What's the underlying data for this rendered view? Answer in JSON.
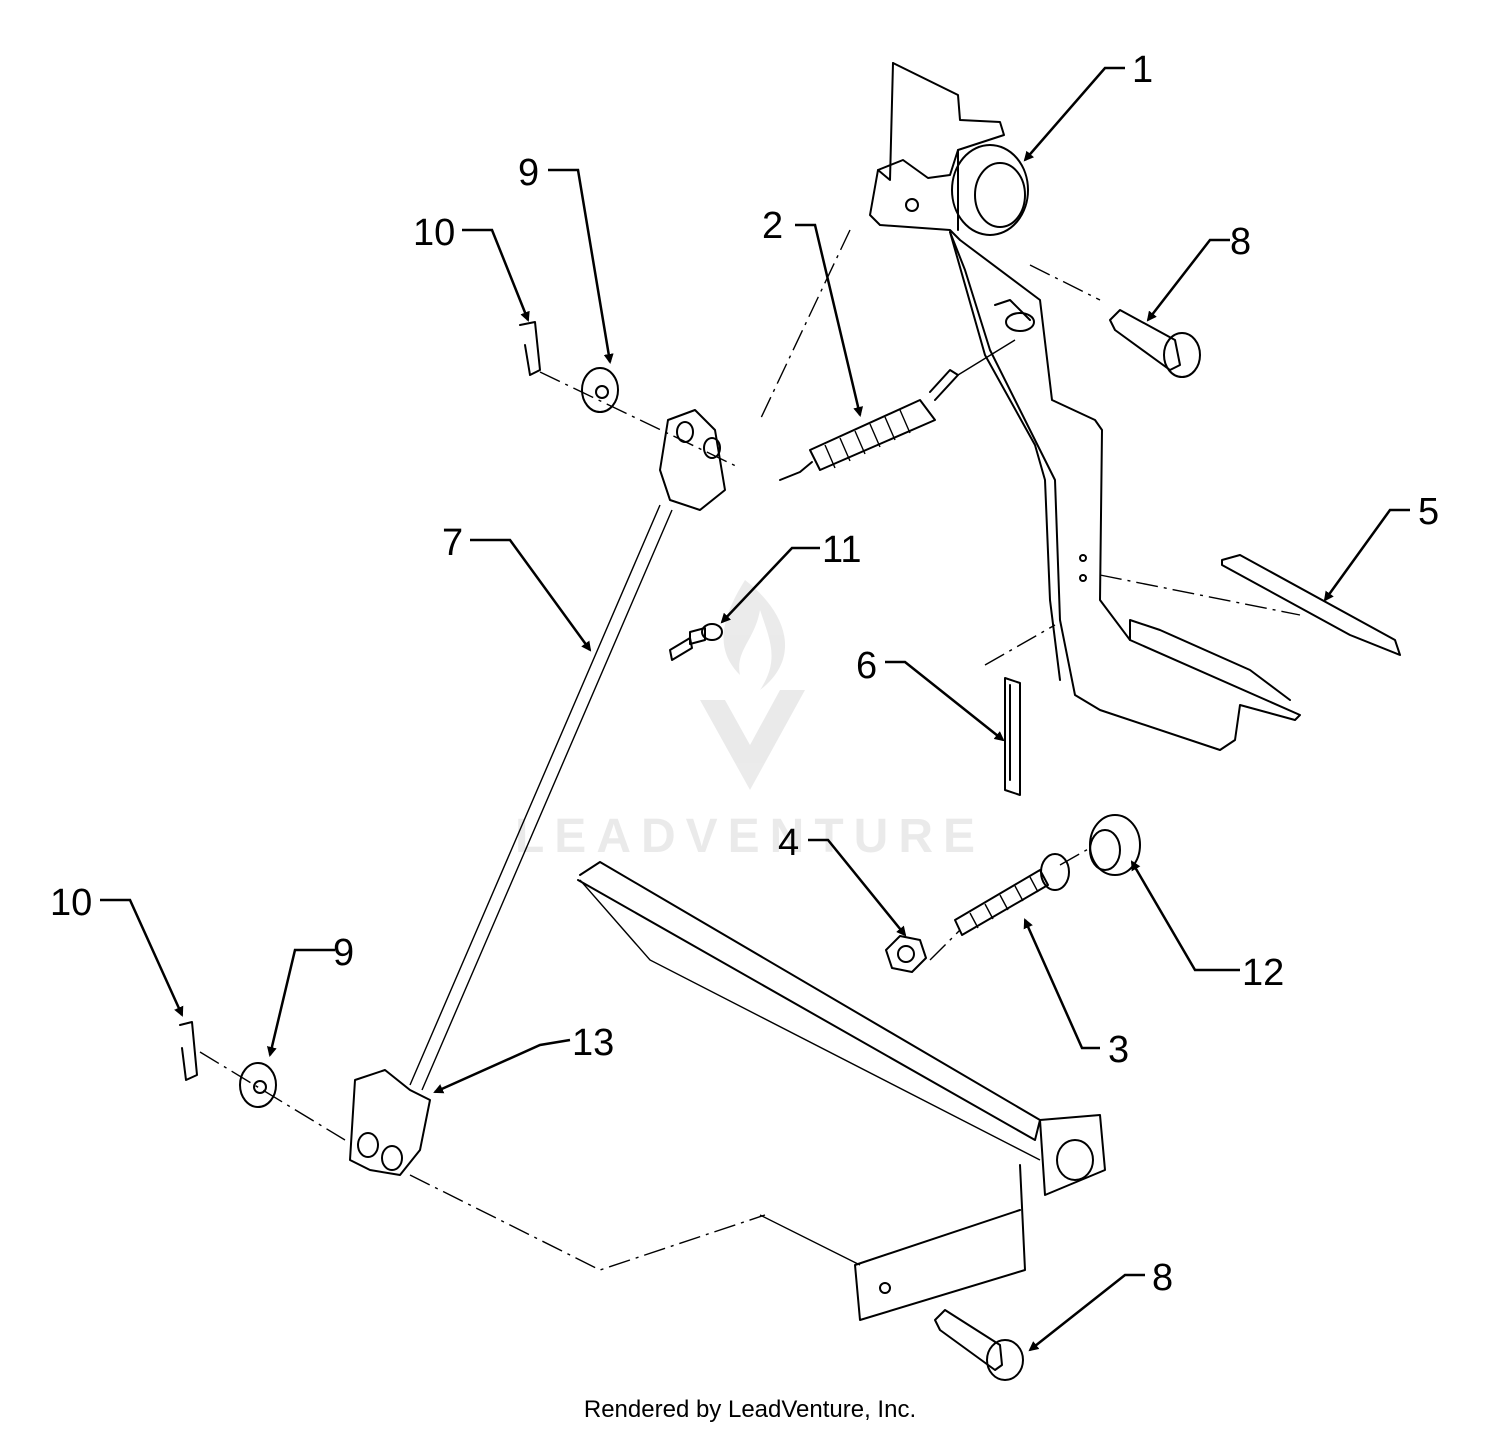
{
  "diagram": {
    "callouts": [
      {
        "id": "c1",
        "label": "1"
      },
      {
        "id": "c2",
        "label": "2"
      },
      {
        "id": "c3",
        "label": "3"
      },
      {
        "id": "c4",
        "label": "4"
      },
      {
        "id": "c5",
        "label": "5"
      },
      {
        "id": "c6",
        "label": "6"
      },
      {
        "id": "c7",
        "label": "7"
      },
      {
        "id": "c8a",
        "label": "8"
      },
      {
        "id": "c8b",
        "label": "8"
      },
      {
        "id": "c9a",
        "label": "9"
      },
      {
        "id": "c9b",
        "label": "9"
      },
      {
        "id": "c10a",
        "label": "10"
      },
      {
        "id": "c10b",
        "label": "10"
      },
      {
        "id": "c11",
        "label": "11"
      },
      {
        "id": "c12",
        "label": "12"
      },
      {
        "id": "c13",
        "label": "13"
      }
    ],
    "watermark": "LEADVENTURE"
  },
  "footer": {
    "credit": "Rendered by LeadVenture, Inc."
  },
  "colors": {
    "line": "#000000",
    "background": "#ffffff"
  }
}
